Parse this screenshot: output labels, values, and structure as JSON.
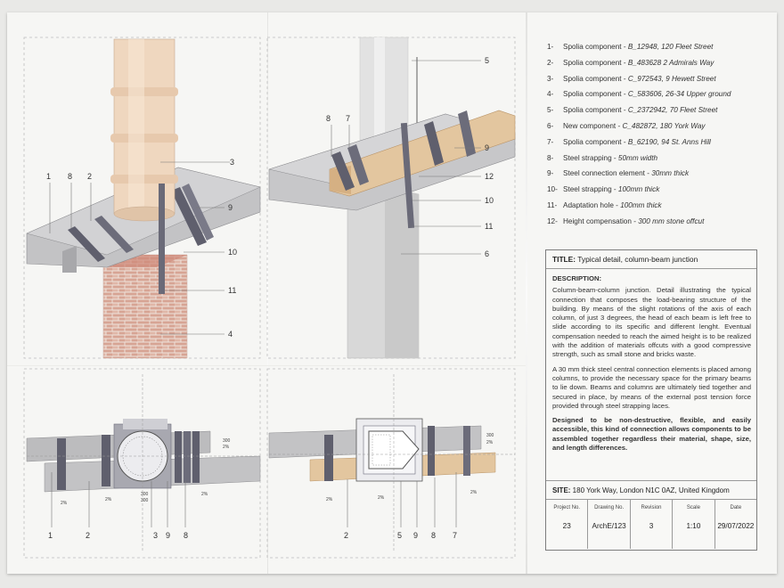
{
  "legend": [
    {
      "num": "1-",
      "label": "Spolia component - ",
      "desc": "B_12948, 120 Fleet Street"
    },
    {
      "num": "2-",
      "label": "Spolia component - ",
      "desc": "B_483628 2 Admirals Way"
    },
    {
      "num": "3-",
      "label": "Spolia component - ",
      "desc": "C_972543, 9 Hewett Street"
    },
    {
      "num": "4-",
      "label": "Spolia component - ",
      "desc": "C_583606, 26-34 Upper ground"
    },
    {
      "num": "5-",
      "label": "Spolia component - ",
      "desc": "C_2372942, 70 Fleet Street"
    },
    {
      "num": "6-",
      "label": "New component - ",
      "desc": "C_482872, 180 York Way"
    },
    {
      "num": "7-",
      "label": "Spolia component - ",
      "desc": "B_62190, 94 St. Anns Hill"
    },
    {
      "num": "8-",
      "label": "Steel strapping - ",
      "desc": "50mm width"
    },
    {
      "num": "9-",
      "label": "Steel connection element - ",
      "desc": "30mm thick"
    },
    {
      "num": "10-",
      "label": "Steel strapping - ",
      "desc": "100mm thick"
    },
    {
      "num": "11-",
      "label": "Adaptation hole - ",
      "desc": "100mm thick"
    },
    {
      "num": "12-",
      "label": "Height compensation - ",
      "desc": "300 mm stone offcut"
    }
  ],
  "titleblock": {
    "title_label": "TITLE:",
    "title_value": " Typical detail, column-beam junction",
    "desc_heading": "DESCRIPTION:",
    "desc_p1": "Column-beam-column junction. Detail illustrating the typical connection that composes the load-bearing structure of the building. By means of the slight rotations of the axis of each column, of just 3 degrees, the head of each beam is left free to slide according to its specific and different lenght. Eventual compensation needed to reach the aimed height is to be realized with the addition of materials offcuts with a good compressive strength, such as small stone and bricks waste.",
    "desc_p2": "A 30 mm thick steel central connection elements is placed among columns, to provide the necessary space for the primary beams to lie down. Beams and columns are ultimately tied together and secured in place, by means of the external post tension force provided through steel strapping laces.",
    "desc_p3": "Designed to be non-destructive, flexible, and easily accessible, this kind of connection allows components to be assembled together regardless their material, shape, size, and length differences.",
    "site_label": "SITE:",
    "site_value": " 180 York Way, London N1C 0AZ, United Kingdom",
    "headers": [
      "Project No.",
      "Drawing No.",
      "Revision",
      "Scale",
      "Date"
    ],
    "values": [
      "23",
      "ArchE/123",
      "3",
      "1:10",
      "29/07/2022"
    ]
  },
  "callouts": {
    "tl": [
      "1",
      "8",
      "2",
      "3",
      "9",
      "10",
      "11",
      "4"
    ],
    "tr": [
      "8",
      "7",
      "5",
      "9",
      "12",
      "10",
      "11",
      "6"
    ],
    "bl": [
      "1",
      "2",
      "3",
      "9",
      "8"
    ],
    "br": [
      "2",
      "5",
      "9",
      "8",
      "7"
    ]
  },
  "dims": {
    "bl": [
      "2%",
      "2%",
      "2%",
      "300",
      "300",
      "300",
      "2%"
    ],
    "br": [
      "2%",
      "2%",
      "2%",
      "300",
      "2%"
    ]
  },
  "colors": {
    "beam": "#b9b9bb",
    "strap": "#6c6c7a",
    "column": "#efd7bf",
    "wood": "#e3c69f",
    "concrete": "#d4d4d4",
    "brick": "#c98474"
  }
}
